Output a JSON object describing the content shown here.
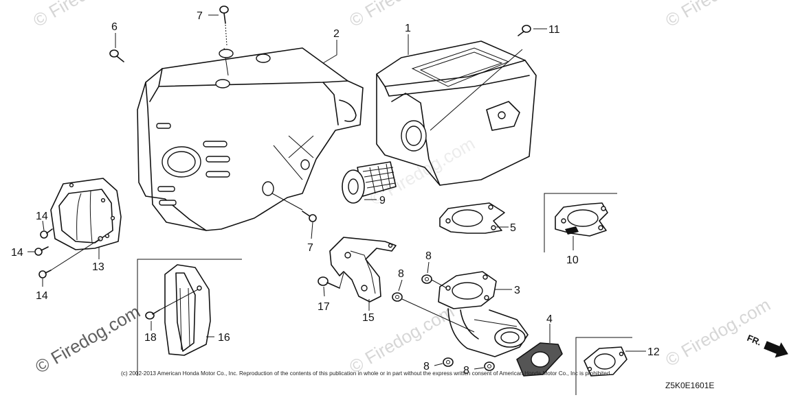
{
  "watermarks": [
    "© Firedog.com",
    "© Firedog.com",
    "© Firedog.com",
    "© Firedog.com",
    "© Firedog.com",
    "© Firedog.com",
    "© Firedog.com"
  ],
  "callouts": {
    "c1": "1",
    "c2": "2",
    "c3": "3",
    "c4": "4",
    "c5": "5",
    "c6": "6",
    "c7a": "7",
    "c7b": "7",
    "c8a": "8",
    "c8b": "8",
    "c8c": "8",
    "c8d": "8",
    "c9": "9",
    "c10": "10",
    "c11": "11",
    "c12": "12",
    "c13": "13",
    "c14a": "14",
    "c14b": "14",
    "c14c": "14",
    "c15": "15",
    "c16": "16",
    "c17": "17",
    "c18": "18"
  },
  "copyright": "(c) 2002-2013 American Honda Motor Co., Inc. Reproduction of the contents of this publication in whole or in part without the express written consent of American Honda Motor Co., Inc is prohibited.",
  "diagram_code": "Z5K0E1601E",
  "front_indicator": "FR."
}
